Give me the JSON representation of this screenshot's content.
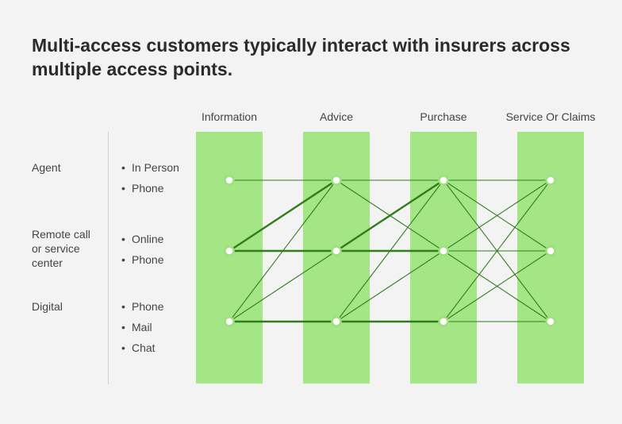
{
  "title": "Multi-access customers typically interact with insurers across multiple access points.",
  "colors": {
    "band": "#a4e585",
    "line": "#2f7d1b",
    "node_fill": "#ffffff",
    "node_stroke": "#9fe07e"
  },
  "stages": [
    {
      "label": "Information"
    },
    {
      "label": "Advice"
    },
    {
      "label": "Purchase"
    },
    {
      "label": "Service Or Claims"
    }
  ],
  "rows": [
    {
      "label": "Agent",
      "channels": [
        "In Person",
        "Phone"
      ]
    },
    {
      "label": "Remote call or service center",
      "channels": [
        "Online",
        "Phone"
      ]
    },
    {
      "label": "Digital",
      "channels": [
        "Phone",
        "Mail",
        "Chat"
      ]
    }
  ],
  "bullet": "•",
  "connections": [
    {
      "from": [
        0,
        0
      ],
      "to": [
        1,
        0
      ],
      "strong": false
    },
    {
      "from": [
        0,
        1
      ],
      "to": [
        1,
        0
      ],
      "strong": true
    },
    {
      "from": [
        0,
        1
      ],
      "to": [
        1,
        1
      ],
      "strong": true
    },
    {
      "from": [
        0,
        2
      ],
      "to": [
        1,
        0
      ],
      "strong": false
    },
    {
      "from": [
        0,
        2
      ],
      "to": [
        1,
        1
      ],
      "strong": false
    },
    {
      "from": [
        0,
        2
      ],
      "to": [
        1,
        2
      ],
      "strong": true
    },
    {
      "from": [
        1,
        0
      ],
      "to": [
        2,
        0
      ],
      "strong": false
    },
    {
      "from": [
        1,
        0
      ],
      "to": [
        2,
        1
      ],
      "strong": false
    },
    {
      "from": [
        1,
        1
      ],
      "to": [
        2,
        0
      ],
      "strong": true
    },
    {
      "from": [
        1,
        1
      ],
      "to": [
        2,
        1
      ],
      "strong": true
    },
    {
      "from": [
        1,
        2
      ],
      "to": [
        2,
        0
      ],
      "strong": false
    },
    {
      "from": [
        1,
        2
      ],
      "to": [
        2,
        1
      ],
      "strong": false
    },
    {
      "from": [
        1,
        2
      ],
      "to": [
        2,
        2
      ],
      "strong": true
    },
    {
      "from": [
        2,
        0
      ],
      "to": [
        3,
        0
      ],
      "strong": false
    },
    {
      "from": [
        2,
        0
      ],
      "to": [
        3,
        1
      ],
      "strong": false
    },
    {
      "from": [
        2,
        0
      ],
      "to": [
        3,
        2
      ],
      "strong": false
    },
    {
      "from": [
        2,
        1
      ],
      "to": [
        3,
        0
      ],
      "strong": false
    },
    {
      "from": [
        2,
        1
      ],
      "to": [
        3,
        1
      ],
      "strong": false
    },
    {
      "from": [
        2,
        1
      ],
      "to": [
        3,
        2
      ],
      "strong": false
    },
    {
      "from": [
        2,
        2
      ],
      "to": [
        3,
        0
      ],
      "strong": false
    },
    {
      "from": [
        2,
        2
      ],
      "to": [
        3,
        1
      ],
      "strong": false
    },
    {
      "from": [
        2,
        2
      ],
      "to": [
        3,
        2
      ],
      "strong": false
    }
  ]
}
